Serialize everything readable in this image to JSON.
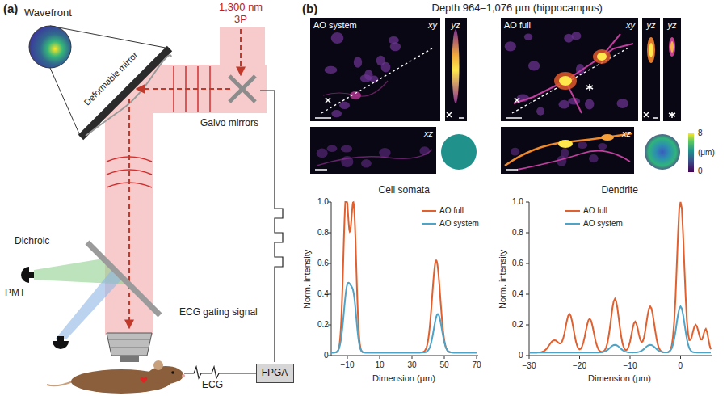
{
  "diagram": {
    "nodes": [
      {
        "text": [
          "FPGA"
        ]
      }
    ],
    "labels": [
      "(a)",
      "Wavefront",
      "1,300 nm",
      "3P",
      "Deformable mirror",
      "Galvo mirrors",
      "Dichroic",
      "PMT",
      "ECG gating signal",
      "ECG",
      "(b)",
      "Depth 964–1,076 μm (hippocampus)",
      "AO system",
      "xy",
      "yz",
      "xz",
      "AO full",
      "xy",
      "yz",
      "yz",
      "xz",
      "8",
      "(μm)",
      "0",
      "Cell somata",
      "Norm. intensity",
      "0",
      "0.2",
      "0.4",
      "0.6",
      "0.8",
      "1.0",
      "−10",
      "10",
      "30",
      "50",
      "70",
      "Dimension (μm)",
      "Dendrite",
      "Norm. intensity",
      "0",
      "0.2",
      "0.4",
      "0.6",
      "0.8",
      "1.0",
      "−30",
      "−20",
      "−10",
      "0",
      "Dimension (μm)"
    ],
    "legend": [
      {
        "text": "AO full"
      },
      {
        "text": "AO system"
      },
      {
        "text": "AO full"
      },
      {
        "text": "AO system"
      }
    ]
  }
}
